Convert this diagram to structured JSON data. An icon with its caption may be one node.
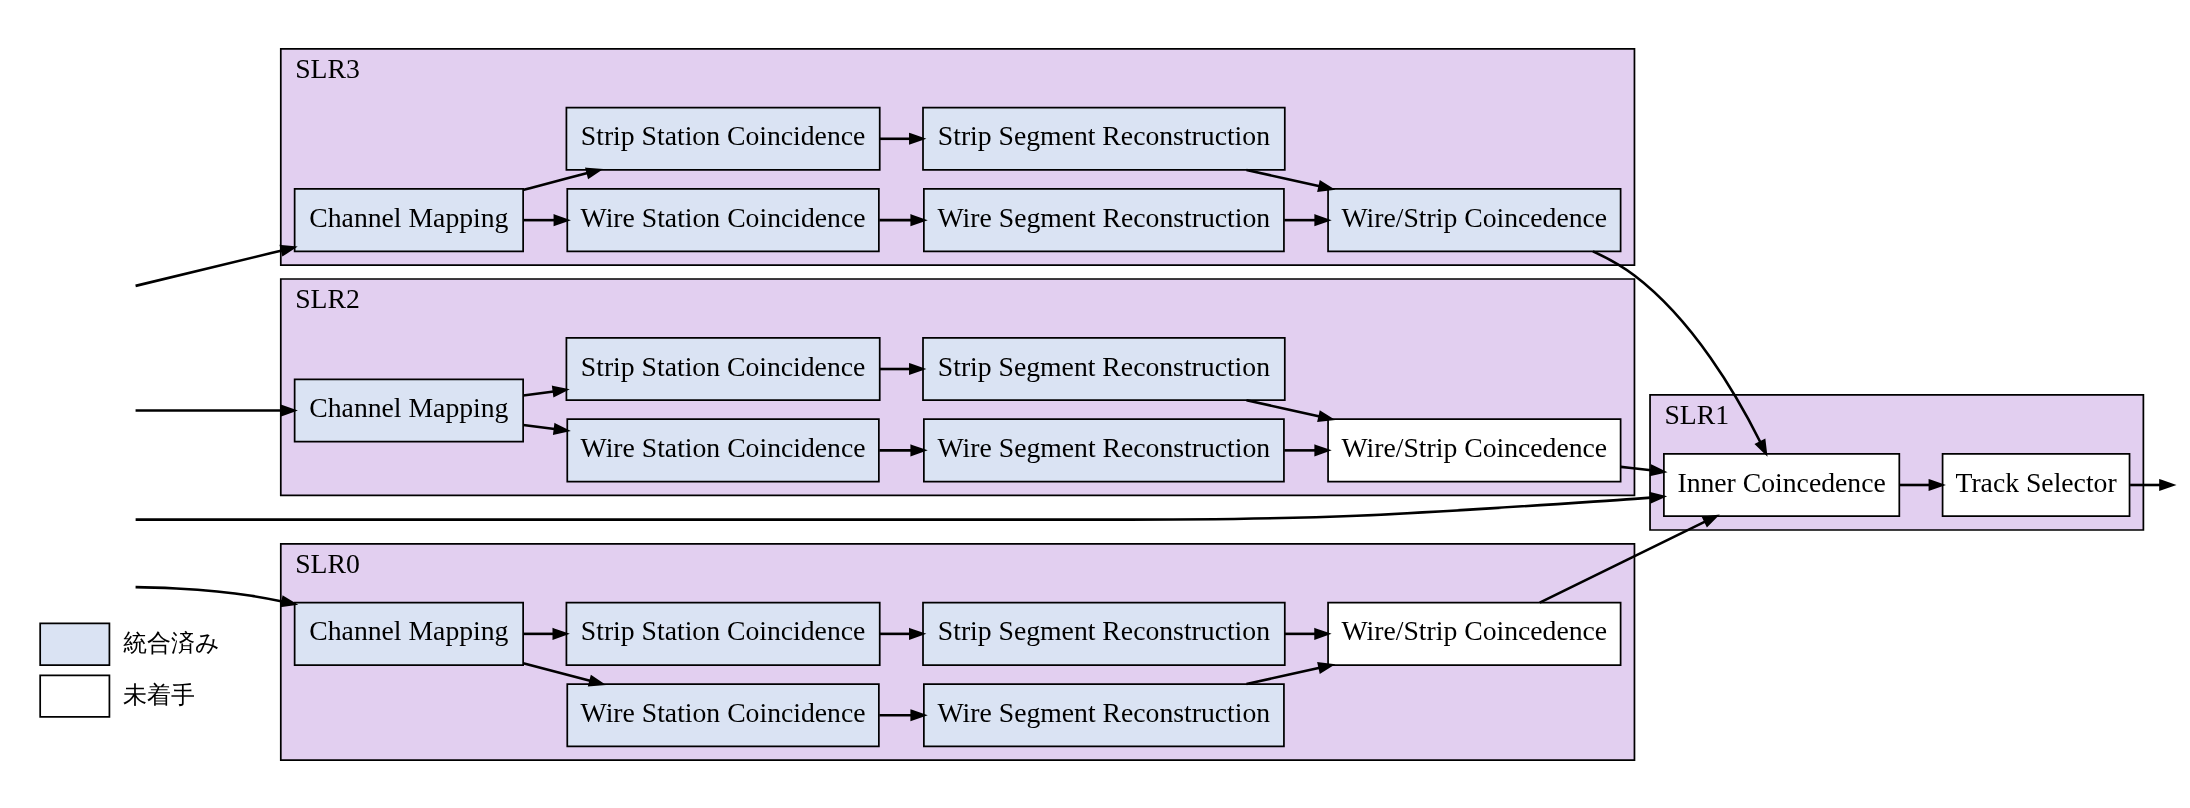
{
  "diagram": {
    "nodes": [
      {
        "text": [
          "SLR3"
        ]
      },
      {
        "text": [
          "Channel Mapping"
        ],
        "in": 0
      },
      {
        "text": [
          "Wire Station Coincidence"
        ],
        "in": 0
      },
      {
        "text": [
          "Wire Segment Reconstruction"
        ],
        "in": 0
      },
      {
        "text": [
          "Wire/Strip Coincedence"
        ],
        "in": 0
      },
      {
        "text": [
          "Strip Station Coincidence"
        ],
        "in": 0
      },
      {
        "text": [
          "Strip Segment Reconstruction"
        ],
        "in": 0
      },
      {
        "text": [
          "SLR2"
        ]
      },
      {
        "text": [
          "Channel Mapping"
        ],
        "in": 7
      },
      {
        "text": [
          "Wire Station Coincidence"
        ],
        "in": 7
      },
      {
        "text": [
          "Wire Segment Reconstruction"
        ],
        "in": 7
      },
      {
        "text": [
          "Wire/Strip Coincedence"
        ],
        "in": 7
      },
      {
        "text": [
          "Strip Station Coincidence"
        ],
        "in": 7
      },
      {
        "text": [
          "Strip Segment Reconstruction"
        ],
        "in": 7
      },
      {
        "text": [
          "SLR1"
        ]
      },
      {
        "text": [
          "Inner Coincedence"
        ],
        "in": 14
      },
      {
        "text": [
          "Track Selector"
        ],
        "in": 14
      },
      {
        "text": [
          "SLR0"
        ]
      },
      {
        "text": [
          "Channel Mapping"
        ],
        "in": 17
      },
      {
        "text": [
          "Wire Station Coincidence"
        ],
        "in": 17
      },
      {
        "text": [
          "Wire Segment Reconstruction"
        ],
        "in": 17
      },
      {
        "text": [
          "Wire/Strip Coincedence"
        ],
        "in": 17
      },
      {
        "text": [
          "Strip Station Coincidence"
        ],
        "in": 17
      },
      {
        "text": [
          "Strip Segment Reconstruction"
        ],
        "in": 17
      }
    ],
    "edges": [
      {
        "from": null,
        "to": 1,
        "arrow": "to"
      },
      {
        "from": 1,
        "to": 2,
        "arrow": "to"
      },
      {
        "from": 1,
        "to": 5,
        "arrow": "to"
      },
      {
        "from": 2,
        "to": 3,
        "arrow": "to"
      },
      {
        "from": 5,
        "to": 6,
        "arrow": "to"
      },
      {
        "from": 3,
        "to": 4,
        "arrow": "to"
      },
      {
        "from": 6,
        "to": 4,
        "arrow": "to"
      },
      {
        "from": null,
        "to": 8,
        "arrow": "to"
      },
      {
        "from": 8,
        "to": 9,
        "arrow": "to"
      },
      {
        "from": 8,
        "to": 12,
        "arrow": "to"
      },
      {
        "from": 9,
        "to": 10,
        "arrow": "to"
      },
      {
        "from": 12,
        "to": 13,
        "arrow": "to"
      },
      {
        "from": 10,
        "to": 11,
        "arrow": "to"
      },
      {
        "from": 13,
        "to": 11,
        "arrow": "to"
      },
      {
        "from": 4,
        "to": 15,
        "arrow": "to"
      },
      {
        "from": 11,
        "to": 15,
        "arrow": "to"
      },
      {
        "from": null,
        "to": 15,
        "arrow": "to"
      },
      {
        "from": 21,
        "to": 15,
        "arrow": "to"
      },
      {
        "from": 15,
        "to": 16,
        "arrow": "to"
      },
      {
        "from": 16,
        "to": null,
        "arrow": "to"
      },
      {
        "from": null,
        "to": 18,
        "arrow": "to"
      },
      {
        "from": 18,
        "to": 19,
        "arrow": "to"
      },
      {
        "from": 18,
        "to": 22,
        "arrow": "to"
      },
      {
        "from": 19,
        "to": 20,
        "arrow": "to"
      },
      {
        "from": 22,
        "to": 23,
        "arrow": "to"
      },
      {
        "from": 20,
        "to": 21,
        "arrow": "to"
      },
      {
        "from": 23,
        "to": 21,
        "arrow": "to"
      }
    ],
    "legend": [
      {
        "text": "統合済み",
        "color": "#dae3f3"
      },
      {
        "text": "未着手",
        "color": "#ffffff"
      }
    ]
  }
}
